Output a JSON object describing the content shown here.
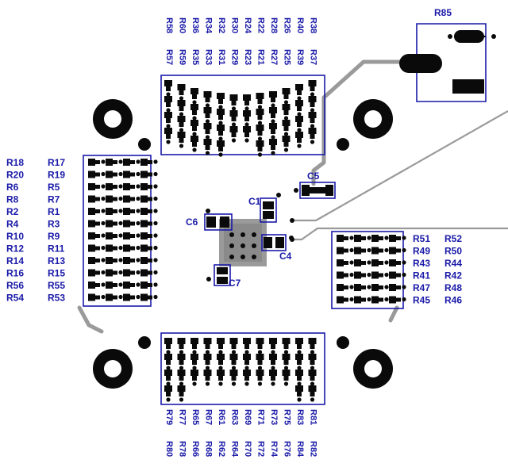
{
  "board": {
    "colors": {
      "label": "#1a1aa8",
      "pad": "#0a0a0a",
      "trace": "#9a9a9a",
      "background": "#ffffff"
    },
    "top_labels": [
      [
        "R58",
        "R57"
      ],
      [
        "R60",
        "R59"
      ],
      [
        "R36",
        "R35"
      ],
      [
        "R34",
        "R33"
      ],
      [
        "R32",
        "R31"
      ],
      [
        "R30",
        "R29"
      ],
      [
        "R24",
        "R23"
      ],
      [
        "R22",
        "R21"
      ],
      [
        "R28",
        "R27"
      ],
      [
        "R26",
        "R25"
      ],
      [
        "R40",
        "R39"
      ],
      [
        "R38",
        "R37"
      ]
    ],
    "bottom_labels": [
      [
        "R79",
        "R80"
      ],
      [
        "R77",
        "R78"
      ],
      [
        "R65",
        "R66"
      ],
      [
        "R67",
        "R68"
      ],
      [
        "R61",
        "R62"
      ],
      [
        "R63",
        "R64"
      ],
      [
        "R69",
        "R70"
      ],
      [
        "R71",
        "R72"
      ],
      [
        "R73",
        "R74"
      ],
      [
        "R75",
        "R76"
      ],
      [
        "R83",
        "R84"
      ],
      [
        "R81",
        "R82"
      ]
    ],
    "left_labels": [
      [
        "R18",
        "R17"
      ],
      [
        "R20",
        "R19"
      ],
      [
        "R6",
        "R5"
      ],
      [
        "R8",
        "R7"
      ],
      [
        "R2",
        "R1"
      ],
      [
        "R4",
        "R3"
      ],
      [
        "R10",
        "R9"
      ],
      [
        "R12",
        "R11"
      ],
      [
        "R14",
        "R13"
      ],
      [
        "R16",
        "R15"
      ],
      [
        "R56",
        "R55"
      ],
      [
        "R54",
        "R53"
      ]
    ],
    "right_labels": [
      [
        "R51",
        "R52"
      ],
      [
        "R49",
        "R50"
      ],
      [
        "R43",
        "R44"
      ],
      [
        "R41",
        "R42"
      ],
      [
        "R47",
        "R48"
      ],
      [
        "R45",
        "R46"
      ]
    ],
    "component_labels": {
      "r85": "R85",
      "c5": "C5",
      "c1": "C1",
      "c6": "C6",
      "c7": "C7",
      "c4": "C4"
    }
  }
}
